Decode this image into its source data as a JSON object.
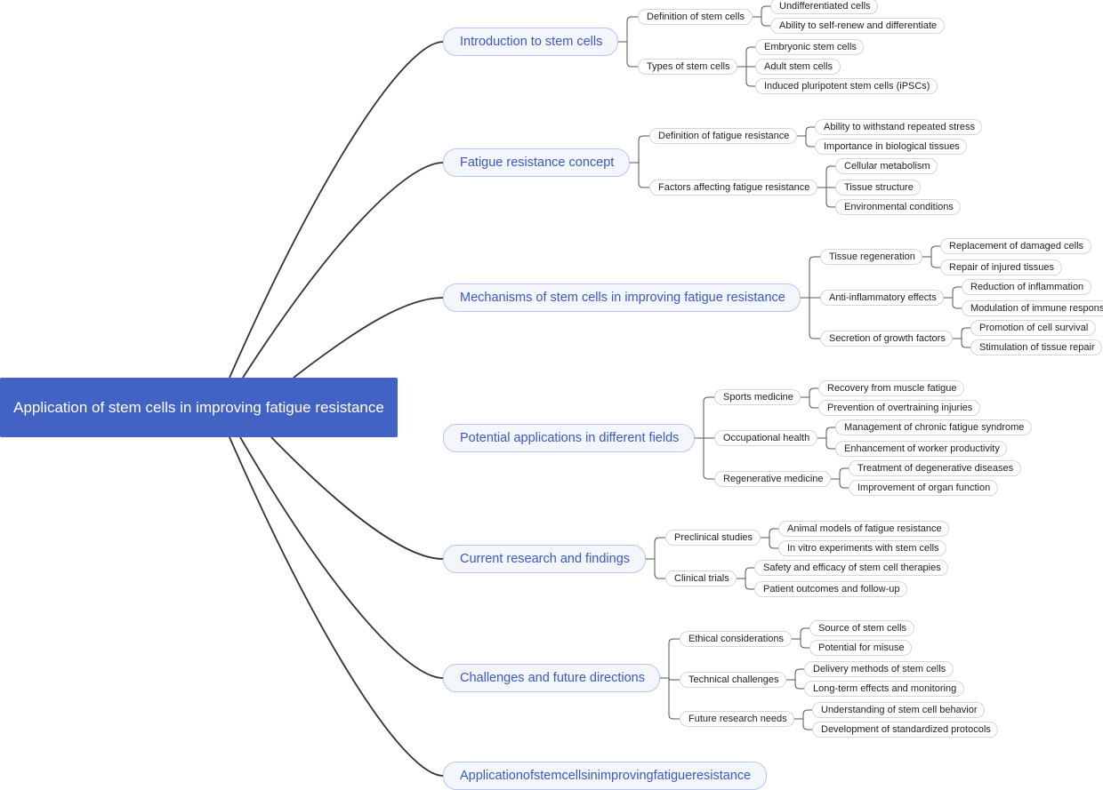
{
  "root": {
    "label": "Application of stem cells in improving fatigue resistance",
    "branches": [
      {
        "label": "Introduction to stem cells",
        "children": [
          {
            "label": "Definition of stem cells",
            "children": [
              {
                "label": "Undifferentiated cells"
              },
              {
                "label": "Ability to self-renew and differentiate"
              }
            ]
          },
          {
            "label": "Types of stem cells",
            "children": [
              {
                "label": "Embryonic stem cells"
              },
              {
                "label": "Adult stem cells"
              },
              {
                "label": "Induced pluripotent stem cells (iPSCs)"
              }
            ]
          }
        ]
      },
      {
        "label": "Fatigue resistance concept",
        "children": [
          {
            "label": "Definition of fatigue resistance",
            "children": [
              {
                "label": "Ability to withstand repeated stress"
              },
              {
                "label": "Importance in biological tissues"
              }
            ]
          },
          {
            "label": "Factors affecting fatigue resistance",
            "children": [
              {
                "label": "Cellular metabolism"
              },
              {
                "label": "Tissue structure"
              },
              {
                "label": "Environmental conditions"
              }
            ]
          }
        ]
      },
      {
        "label": "Mechanisms of stem cells in improving fatigue resistance",
        "children": [
          {
            "label": "Tissue regeneration",
            "children": [
              {
                "label": "Replacement of damaged cells"
              },
              {
                "label": "Repair of injured tissues"
              }
            ]
          },
          {
            "label": "Anti-inflammatory effects",
            "children": [
              {
                "label": "Reduction of inflammation"
              },
              {
                "label": "Modulation of immune response"
              }
            ]
          },
          {
            "label": "Secretion of growth factors",
            "children": [
              {
                "label": "Promotion of cell survival"
              },
              {
                "label": "Stimulation of tissue repair"
              }
            ]
          }
        ]
      },
      {
        "label": "Potential applications in different fields",
        "children": [
          {
            "label": "Sports medicine",
            "children": [
              {
                "label": "Recovery from muscle fatigue"
              },
              {
                "label": "Prevention of overtraining injuries"
              }
            ]
          },
          {
            "label": "Occupational health",
            "children": [
              {
                "label": "Management of chronic fatigue syndrome"
              },
              {
                "label": "Enhancement of worker productivity"
              }
            ]
          },
          {
            "label": "Regenerative medicine",
            "children": [
              {
                "label": "Treatment of degenerative diseases"
              },
              {
                "label": "Improvement of organ function"
              }
            ]
          }
        ]
      },
      {
        "label": "Current research and findings",
        "children": [
          {
            "label": "Preclinical studies",
            "children": [
              {
                "label": "Animal models of fatigue resistance"
              },
              {
                "label": "In vitro experiments with stem cells"
              }
            ]
          },
          {
            "label": "Clinical trials",
            "children": [
              {
                "label": "Safety and efficacy of stem cell therapies"
              },
              {
                "label": "Patient outcomes and follow-up"
              }
            ]
          }
        ]
      },
      {
        "label": "Challenges and future directions",
        "children": [
          {
            "label": "Ethical considerations",
            "children": [
              {
                "label": "Source of stem cells"
              },
              {
                "label": "Potential for misuse"
              }
            ]
          },
          {
            "label": "Technical challenges",
            "children": [
              {
                "label": "Delivery methods of stem cells"
              },
              {
                "label": "Long-term effects and monitoring"
              }
            ]
          },
          {
            "label": "Future research needs",
            "children": [
              {
                "label": "Understanding of stem cell behavior"
              },
              {
                "label": "Development of standardized protocols"
              }
            ]
          }
        ]
      },
      {
        "label": "Applicationofstemcellsinimprovingfatigueresistance",
        "children": []
      }
    ]
  },
  "colors": {
    "root_fill": "#4262c4",
    "root_text": "#ffffff",
    "branch_fill": "#f4f6fd",
    "branch_border": "#b9c5ee",
    "branch_text": "#3b58c4",
    "leaf_border": "#d6d6d6",
    "leaf_text": "#222222",
    "link_main": "#333333",
    "link_minor": "#555555"
  }
}
